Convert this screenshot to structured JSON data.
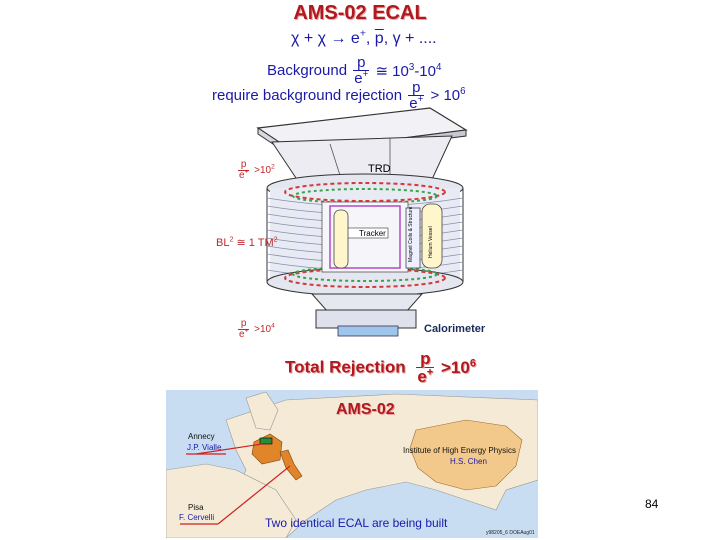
{
  "title": "AMS-02 ECAL",
  "reaction": {
    "lhs": "χ + χ → e",
    "plus": "+",
    "sep": ", ",
    "pbar": "p",
    "rest": ", γ + ...."
  },
  "background": {
    "label": "Background",
    "num": "p",
    "den_base": "e",
    "den_sup": "+",
    "approx": " ≅ 10",
    "exp1": "3",
    "dash": "-10",
    "exp2": "4"
  },
  "rejection_req": {
    "label": "require background rejection",
    "num": "p",
    "den_base": "e",
    "den_sup": "+",
    "gt": " > 10",
    "exp": "6"
  },
  "left_annotations": {
    "trd_ratio": {
      "num": "p",
      "den_base": "e",
      "den_sup": "+",
      "gt": " >10",
      "exp": "2"
    },
    "bl2": {
      "text": "BL",
      "sup": "2",
      "rest": " ≅ 1 TM",
      "sup2": "2"
    },
    "cal_ratio": {
      "num": "p",
      "den_base": "e",
      "den_sup": "+",
      "gt": " >10",
      "exp": "4"
    }
  },
  "detector_labels": {
    "trd": "TRD",
    "tracker": "Tracker",
    "magnet": "Magnet Coils & Structure",
    "helium": "Helium Vessel",
    "calorimeter": "Calorimeter"
  },
  "total_rejection": {
    "label": "Total Rejection",
    "num": "p",
    "den_base": "e",
    "den_sup": "+",
    "gt": " >10",
    "exp": "6"
  },
  "map": {
    "title": "AMS-02",
    "annecy_label": "Annecy",
    "annecy_person": "J.P. Vialle",
    "pisa_label": "Pisa",
    "pisa_person": "F. Cervelli",
    "ihep_label": "Institute of High Energy Physics",
    "ihep_person": "H.S. Chen",
    "caption": "Two identical ECAL are being built",
    "footer": "y98205_6 DOEAug01"
  },
  "page_number": "84",
  "colors": {
    "title_red": "#b0191e",
    "text_blue": "#1a1aa6",
    "sea": "#c8ddf2",
    "land": "#f4ead6",
    "china": "#f3c98b"
  }
}
